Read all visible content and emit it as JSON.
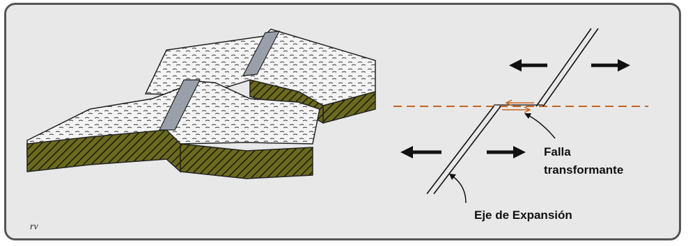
{
  "labels": {
    "falla_line1": "Falla",
    "falla_line2": "transformante",
    "eje": "Eje de Expansión",
    "credit": "rv"
  },
  "colors": {
    "background": "#e8e8e8",
    "border": "#555555",
    "fault_line": "#c8641e",
    "block_side": "#6b6a1e",
    "rift": "#9aa0aa"
  }
}
